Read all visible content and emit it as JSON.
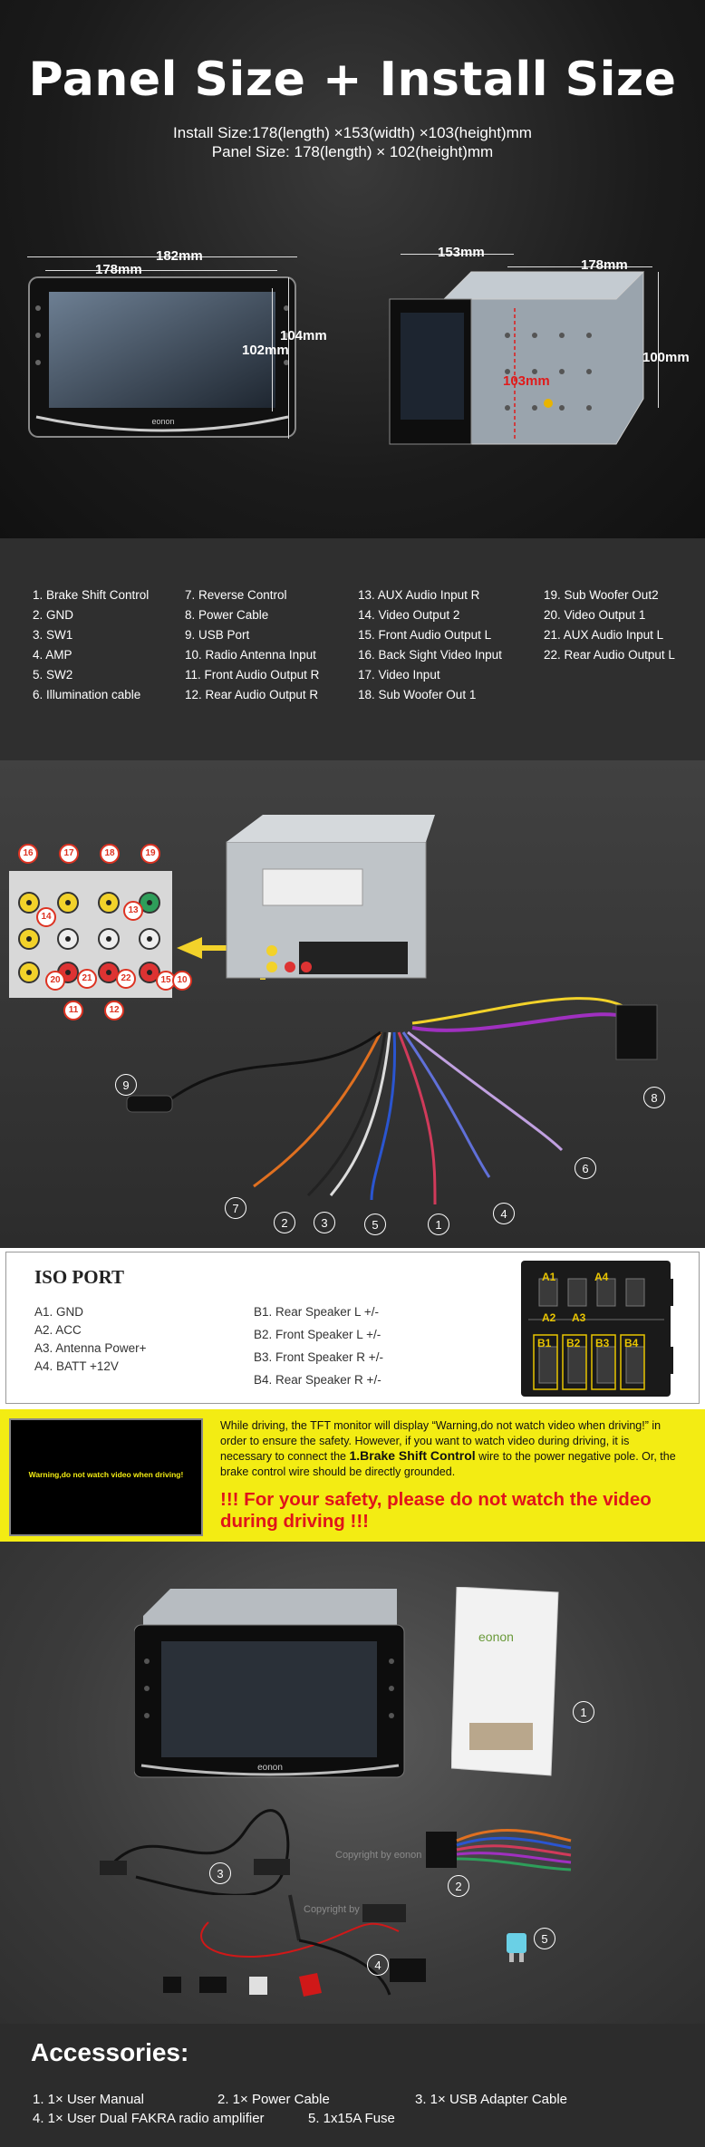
{
  "panel": {
    "title": "Panel Size + Install Size",
    "install_size": "Install Size:178(length) ×153(width) ×103(height)mm",
    "panel_size": "Panel Size: 178(length) × 102(height)mm",
    "dims": {
      "front_outer_width": "182mm",
      "front_inner_width": "178mm",
      "front_outer_height": "104mm",
      "front_inner_height": "102mm",
      "box_width": "153mm",
      "box_length": "178mm",
      "box_height": "100mm",
      "box_depth": "103mm"
    }
  },
  "pins": {
    "col1": [
      "1. Brake Shift Control",
      "2. GND",
      "3. SW1",
      "4. AMP",
      "5. SW2",
      "6. Illumination cable"
    ],
    "col2": [
      "7. Reverse Control",
      "8. Power Cable",
      "9. USB Port",
      "10. Radio Antenna Input",
      "11. Front Audio Output R",
      "12. Rear Audio Output R"
    ],
    "col3": [
      "13. AUX Audio Input R",
      "14. Video Output 2",
      "15. Front Audio Output L",
      "16. Back Sight Video Input",
      "17. Video Input",
      "18. Sub Woofer Out 1"
    ],
    "col4": [
      "19. Sub Woofer Out2",
      "20. Video Output 1",
      "21. AUX Audio Input L",
      "22. Rear Audio Output L"
    ]
  },
  "wiring": {
    "red_labels": [
      "16",
      "17",
      "18",
      "19",
      "14",
      "13",
      "20",
      "21",
      "22",
      "15",
      "10",
      "11",
      "12"
    ],
    "white_labels": [
      "1",
      "2",
      "3",
      "4",
      "5",
      "6",
      "7",
      "8",
      "9"
    ]
  },
  "iso": {
    "title": "ISO PORT",
    "a_items": [
      "A1. GND",
      "A2. ACC",
      "A3. Antenna Power+",
      "A4. BATT +12V"
    ],
    "b_items": [
      "B1.  Rear Speaker L  +/-",
      "B2.  Front Speaker L +/-",
      "B3.  Front Speaker R  +/-",
      "B4.  Rear Speaker R  +/-"
    ],
    "connector_labels": [
      "A1",
      "A4",
      "A2",
      "A3",
      "B1",
      "B2",
      "B3",
      "B4"
    ]
  },
  "warning": {
    "screen_text": "Warning,do not watch video when driving!",
    "body_1": "While driving, the TFT monitor will display “Warning,do not watch video when driving!” in order to ensure the safety. However, if you want to watch video during driving, it is necessary to connect the ",
    "highlight": "1.Brake Shift Control",
    "body_2": " wire to the power negative pole. Or, the brake control wire should be directly grounded.",
    "alert": "!!! For your safety, please do not watch the video during driving !!!"
  },
  "accessories_photo": {
    "watermark": "Copyright by eonon",
    "brand": "eonon",
    "labels": [
      "1",
      "2",
      "3",
      "4",
      "5"
    ]
  },
  "accessories": {
    "title": "Accessories:",
    "row1": [
      "1. 1× User Manual",
      "2. 1× Power Cable",
      "3. 1× USB Adapter Cable"
    ],
    "row2": [
      "4. 1× User Dual FAKRA radio amplifier",
      "5. 1x15A Fuse"
    ]
  },
  "colors": {
    "warning_bg": "#f3ec13",
    "alert_red": "#e0141a",
    "badge_red": "#dd3322"
  }
}
